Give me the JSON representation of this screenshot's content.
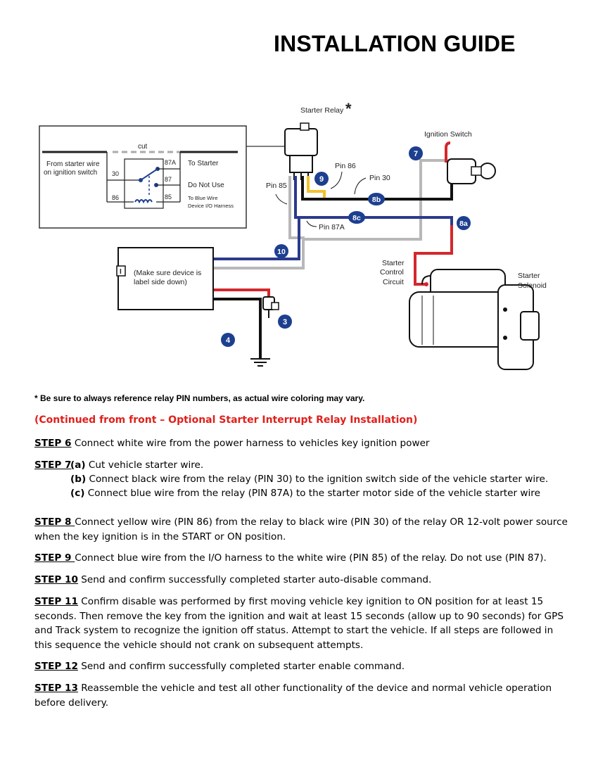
{
  "title": "INSTALLATION GUIDE",
  "diagram": {
    "starter_relay": "Starter Relay",
    "asterisk": "*",
    "ignition_switch": "Ignition Switch",
    "pin86": "Pin 86",
    "pin30": "Pin 30",
    "pin85": "Pin 85",
    "pin87a": "Pin 87A",
    "starter_control": [
      "Starter",
      "Control",
      "Circuit"
    ],
    "starter_solenoid": [
      "Starter",
      "Solenoid"
    ],
    "device_note": [
      "(Make sure device is",
      "label side down)"
    ],
    "device_icon": "I",
    "inset": {
      "cut": "cut",
      "from_wire": [
        "From starter wire",
        "on ignition switch"
      ],
      "to_starter": "To Starter",
      "do_not_use": "Do Not Use",
      "to_blue": [
        "To Blue Wire",
        "Device I/O Harness"
      ],
      "p87a": "87A",
      "p87": "87",
      "p30": "30",
      "p86": "86",
      "p85": "85"
    },
    "badges": {
      "b7": "7",
      "b9": "9",
      "b8b": "8b",
      "b8c": "8c",
      "b8a": "8a",
      "b10": "10",
      "b3": "3",
      "b4": "4"
    },
    "colors": {
      "badge": "#1d3f8f",
      "blue_wire": "#2b3a8c",
      "red_wire": "#d4272c",
      "gray_wire": "#b8b8b8",
      "yellow_wire": "#f2c12e",
      "black_wire": "#111111"
    }
  },
  "note": "* Be sure to always reference relay PIN numbers, as actual wire coloring may vary.",
  "continued": "(Continued from front – Optional Starter Interrupt Relay Installation)",
  "steps": {
    "s6": {
      "label": "STEP 6",
      "text": " Connect white wire from the power harness to vehicles key ignition power"
    },
    "s7": {
      "label": "STEP 7",
      "text": "",
      "subs": [
        {
          "key": "(a)",
          "text": " Cut vehicle starter wire."
        },
        {
          "key": "(b)",
          "text": " Connect black wire from the relay (PIN 30) to the ignition switch side of the vehicle starter wire."
        },
        {
          "key": "(c)",
          "text": " Connect blue wire from the relay (PIN 87A) to the starter motor side of the vehicle starter wire"
        }
      ]
    },
    "s8": {
      "label": "STEP 8 ",
      "text": "Connect yellow wire (PIN 86) from the relay to black wire (PIN 30) of the relay OR 12-volt power source when the key ignition is in the START or ON position."
    },
    "s9": {
      "label": "STEP 9 ",
      "text": "Connect blue wire from the I/O harness to the white wire (PIN 85) of the relay. Do not use (PIN 87)."
    },
    "s10": {
      "label": "STEP 10",
      "text": " Send and confirm successfully completed starter auto-disable command."
    },
    "s11": {
      "label": "STEP 11",
      "text": " Confirm disable was performed by first moving vehicle key ignition to ON position for at least 15 seconds. Then remove the key from the ignition and wait at least 15 seconds (allow up to 90 seconds) for GPS and Track system to recognize the ignition off status. Attempt to start the vehicle. If all steps are followed in this sequence the vehicle should not crank on subsequent attempts."
    },
    "s12": {
      "label": "STEP 12",
      "text": " Send and confirm successfully completed starter enable command."
    },
    "s13": {
      "label": "STEP 13",
      "text": " Reassemble the vehicle and test all other functionality of the device and normal vehicle operation before delivery."
    }
  }
}
